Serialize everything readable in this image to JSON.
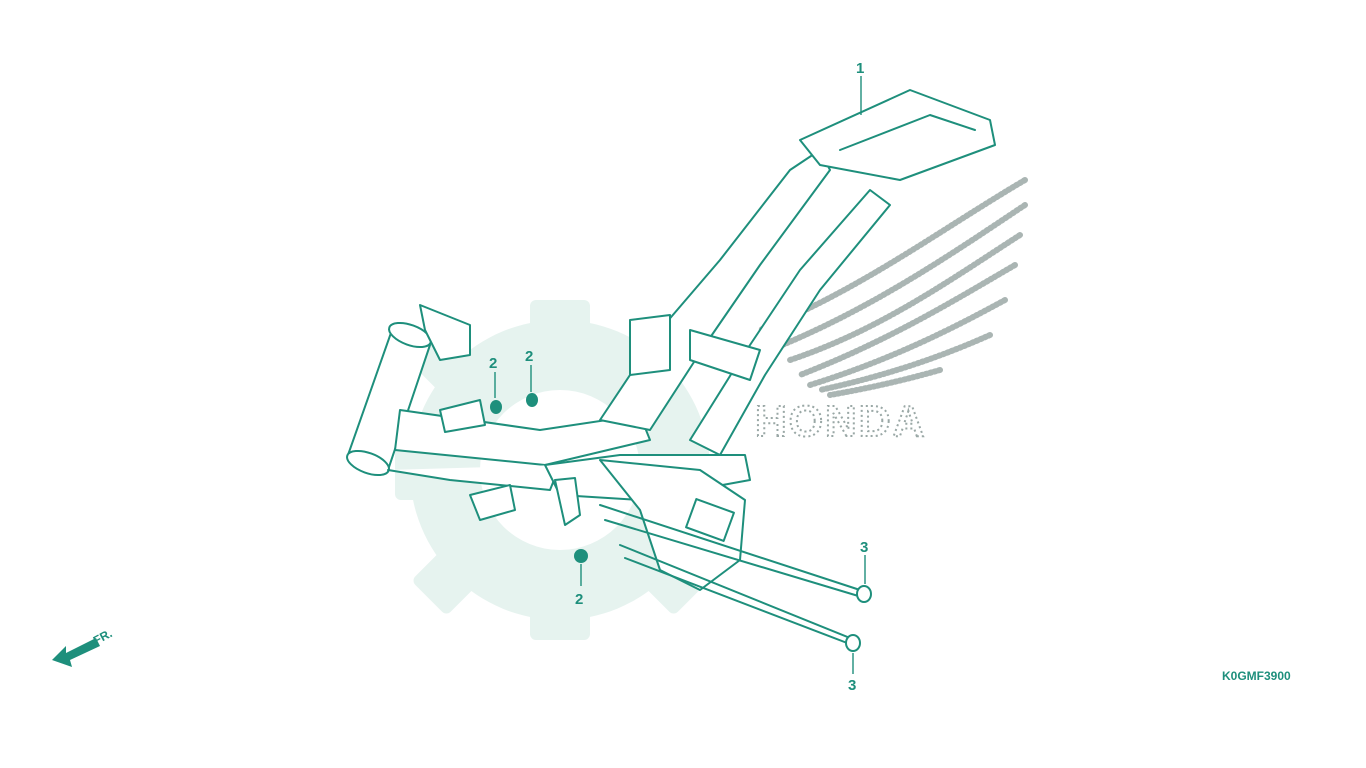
{
  "diagram": {
    "callouts": [
      {
        "id": "c1",
        "label": "1"
      },
      {
        "id": "c2a",
        "label": "2"
      },
      {
        "id": "c2b",
        "label": "2"
      },
      {
        "id": "c2c",
        "label": "2"
      },
      {
        "id": "c3a",
        "label": "3"
      },
      {
        "id": "c3b",
        "label": "3"
      }
    ],
    "direction_label": "FR.",
    "diagram_code": "K0GMF3900",
    "watermark_text": "HONDA",
    "colors": {
      "line": "#1e8f7c",
      "watermark_gear": "#e6f3ef",
      "watermark_logo": "#9aa8a6",
      "background": "#ffffff"
    }
  }
}
